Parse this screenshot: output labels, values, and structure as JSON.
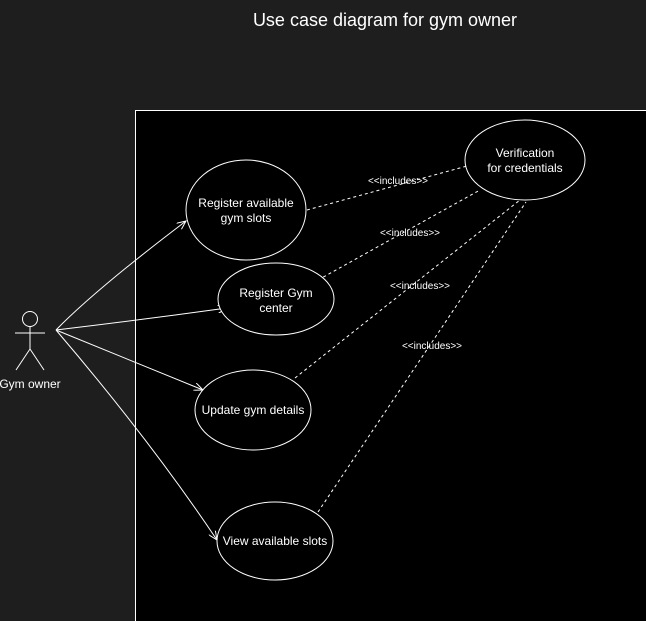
{
  "title": "Use case diagram for gym owner",
  "actor": {
    "label": "Gym owner"
  },
  "use_cases": [
    {
      "id": "register-slots",
      "lines": [
        "Register available",
        "gym slots"
      ]
    },
    {
      "id": "register-center",
      "lines": [
        "Register Gym",
        "center"
      ]
    },
    {
      "id": "update-details",
      "lines": [
        "Update gym details"
      ]
    },
    {
      "id": "view-slots",
      "lines": [
        "View available slots"
      ]
    },
    {
      "id": "verification",
      "lines": [
        "Verification",
        "for credentials"
      ]
    }
  ],
  "include_label": "<<includes>>",
  "colors": {
    "background": "#1e1e1e",
    "system_box": "#000000",
    "stroke": "#ffffff",
    "text": "#ffffff"
  }
}
